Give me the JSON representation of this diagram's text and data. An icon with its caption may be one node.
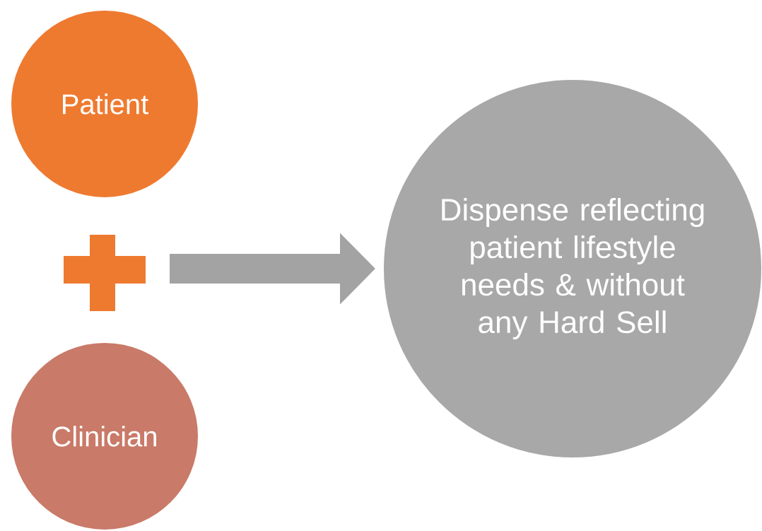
{
  "diagram": {
    "nodes": [
      {
        "text": [
          "Patient"
        ]
      },
      {
        "text": [
          "Clinician"
        ]
      },
      {
        "text": [
          "Dispense reflecting patient lifestyle needs & without any Hard Sell"
        ]
      }
    ],
    "edges": [
      {
        "from": null,
        "to": 2,
        "arrow": "to"
      }
    ]
  }
}
